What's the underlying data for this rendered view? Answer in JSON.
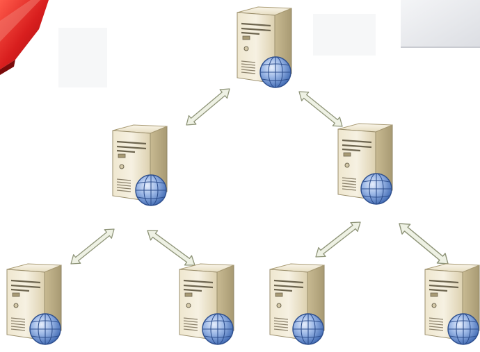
{
  "diagram": {
    "type": "server-tree",
    "node_icon": "server-globe-icon",
    "link_icon": "double-arrow-icon",
    "nodes": [
      {
        "id": "root",
        "level": 0
      },
      {
        "id": "left",
        "level": 1,
        "parent": "root"
      },
      {
        "id": "right",
        "level": 1,
        "parent": "root"
      },
      {
        "id": "left-left",
        "level": 2,
        "parent": "left"
      },
      {
        "id": "left-right",
        "level": 2,
        "parent": "left"
      },
      {
        "id": "right-left",
        "level": 2,
        "parent": "right"
      },
      {
        "id": "right-right",
        "level": 2,
        "parent": "right"
      }
    ],
    "links": [
      {
        "from": "root",
        "to": "left"
      },
      {
        "from": "root",
        "to": "right"
      },
      {
        "from": "left",
        "to": "left-left"
      },
      {
        "from": "left",
        "to": "left-right"
      },
      {
        "from": "right",
        "to": "right-left"
      },
      {
        "from": "right",
        "to": "right-right"
      }
    ]
  },
  "background": {
    "decoration_icon": "red-binder-icon",
    "panel_icon": "grey-panel-icon"
  },
  "colors": {
    "case_light": "#f3ecd8",
    "case_mid": "#e2d7b8",
    "case_dark": "#b9ab83",
    "case_shadow": "#8f8466",
    "globe_blue": "#5d85c9",
    "globe_light": "#b7cdf0",
    "arrow_fill": "#eef1e4",
    "arrow_stroke": "#8e9478",
    "binder_red": "#d81e1e",
    "panel_grey": "#e8e9ec"
  }
}
